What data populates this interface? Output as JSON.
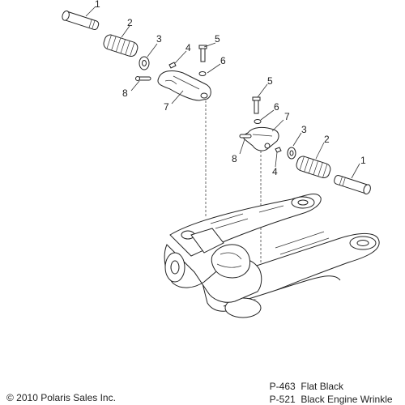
{
  "callouts": {
    "upper": [
      "1",
      "2",
      "3",
      "4",
      "5",
      "6",
      "7",
      "8"
    ],
    "lower": [
      "5",
      "6",
      "7",
      "3",
      "2",
      "1",
      "8",
      "4"
    ]
  },
  "legend": [
    {
      "code": "P-463",
      "finish": "Flat Black"
    },
    {
      "code": "P-521",
      "finish": "Black Engine Wrinkle"
    }
  ],
  "copyright": "© 2010 Polaris Sales Inc."
}
